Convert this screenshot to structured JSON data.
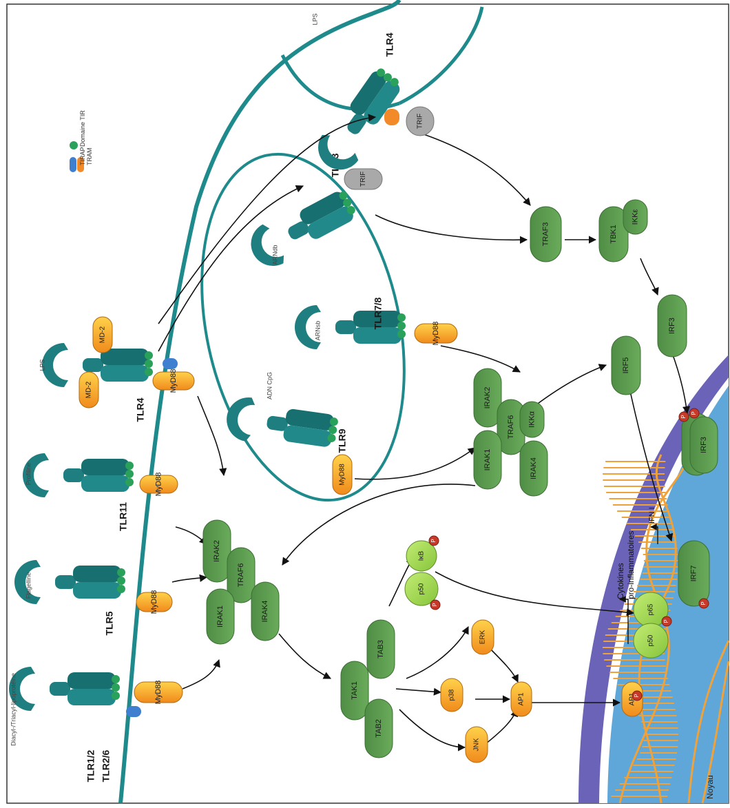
{
  "legend": {
    "title": "Domaine TIR",
    "items": [
      "TIRAP",
      "TRAM"
    ]
  },
  "receptors": {
    "tlr12": [
      "TLR1/2",
      "TLR2/6"
    ],
    "tlr5": "TLR5",
    "tlr11": "TLR11",
    "tlr4_surface": "TLR4",
    "tlr9": "TLR9",
    "tlr78": "TLR7/8",
    "tlr3": "TLR3",
    "tlr4_endo": "TLR4"
  },
  "ligands": {
    "tlr12": "Diacyl-/Triacyl-lipoprotéine",
    "tlr5": "Flagelline",
    "tlr11": "Profiline",
    "lps_surface": "LPS",
    "tlr9": "ADN CpG",
    "tlr78": "ARNsb",
    "tlr3": "ARNdb",
    "lps_endo": "LPS"
  },
  "adaptors": {
    "myd88": "MyD88",
    "trif": "TRIF",
    "md2": "MD-2"
  },
  "proteins": {
    "irak1": "IRAK1",
    "irak2": "IRAK2",
    "irak4": "IRAK4",
    "traf6": "TRAF6",
    "traf3": "TRAF3",
    "ikka": "IKKα",
    "ikke": "IKKε",
    "tbk1": "TBK1",
    "irf3": "IRF3",
    "irf7": "IRF7",
    "irf5": "IRF5",
    "tak1": "TAK1",
    "tab2": "TAB2",
    "tab3": "TAB3",
    "jnk": "JNK",
    "p38": "p38",
    "erk": "ERK",
    "ap1": "AP1",
    "p50": "p50",
    "p65": "p65",
    "ikb": "IκB",
    "phospho": "P"
  },
  "nucleus": {
    "label": "Noyau",
    "cytokines": [
      "Cytokines",
      "pro-inflammatoires"
    ],
    "ifn": "IFN I"
  },
  "colors": {
    "receptor": "#1f7f80",
    "membrane": "#1e8a8c",
    "protein": "#5a9a4e",
    "adaptor": "#f6b51f",
    "trif": "#a9a9a9",
    "nfkb": "#a6d95a",
    "tirap": "#3f7fd0",
    "tram": "#f28a2a",
    "tir": "#2aa15a",
    "nucleus": "#5fa7d9",
    "envelope": "#6a63b8",
    "phospho": "#c73a2a"
  }
}
